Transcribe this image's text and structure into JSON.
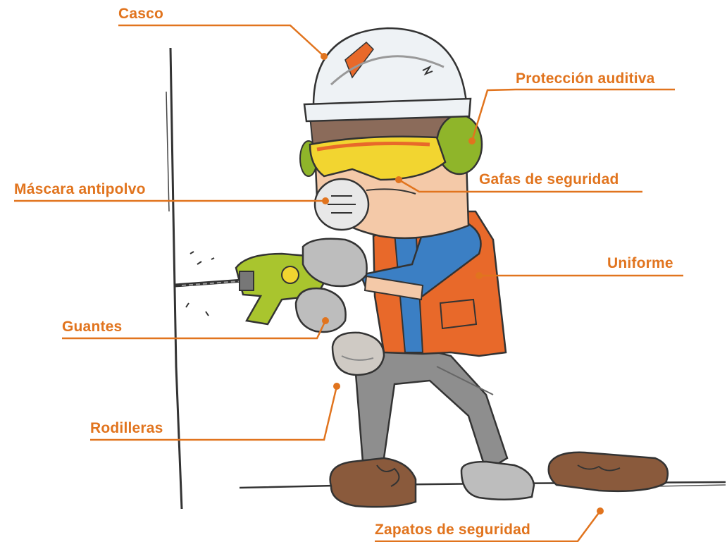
{
  "colors": {
    "accent": "#e1741e",
    "helmet": "#eef2f5",
    "vest": "#e8692a",
    "shirt": "#3b7fc4",
    "goggles": "#f2d530",
    "earmuffs": "#8fb52a",
    "drill": "#a9c52e",
    "trousers": "#8e8e8e",
    "boots": "#8a5a3c"
  },
  "labels": {
    "casco": "Casco",
    "proteccion_auditiva": "Protección auditiva",
    "gafas": "Gafas de seguridad",
    "mascara": "Máscara antipolvo",
    "uniforme": "Uniforme",
    "guantes": "Guantes",
    "rodilleras": "Rodilleras",
    "zapatos": "Zapatos de seguridad"
  }
}
